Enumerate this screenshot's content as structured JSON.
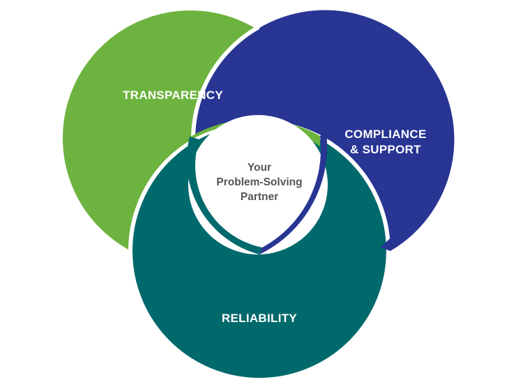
{
  "diagram": {
    "center": {
      "lines": [
        "Your",
        "Problem-Solving",
        "Partner"
      ],
      "color": "#555555"
    },
    "segments": [
      {
        "id": "transparency",
        "lines": [
          "TRANSPARENCY"
        ],
        "color": "#6db33f"
      },
      {
        "id": "compliance",
        "lines": [
          "COMPLIANCE",
          "& SUPPORT"
        ],
        "color": "#283593"
      },
      {
        "id": "reliability",
        "lines": [
          "RELIABILITY"
        ],
        "color": "#00696b"
      }
    ]
  }
}
